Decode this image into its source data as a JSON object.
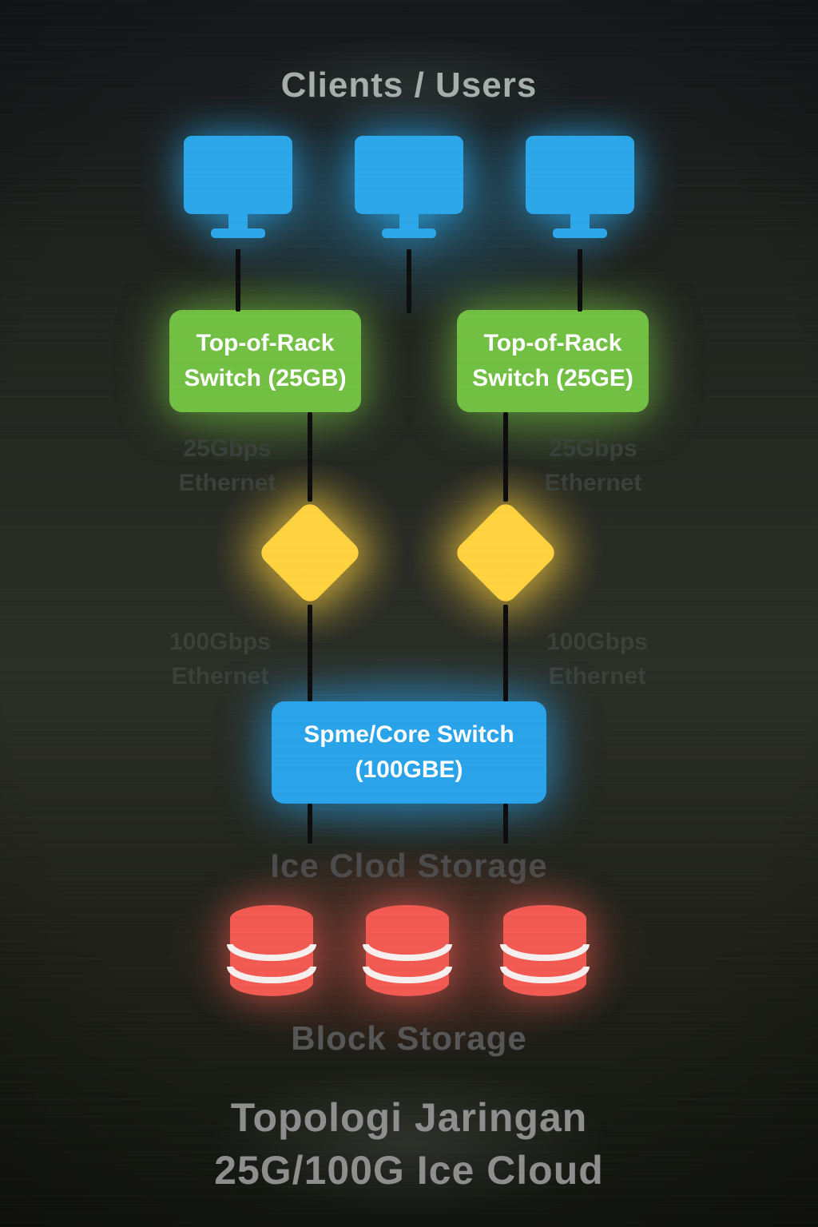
{
  "colors": {
    "client_blue": "#2BA7EA",
    "switch_green": "#72C043",
    "diamond_yellow": "#FFD23F",
    "core_blue": "#29A3E9",
    "storage_red": "#F25A52",
    "line_black": "#0D0D0D",
    "label_dark": "#3B403B",
    "heading_gray": "#A7AFAB",
    "storage_label_gray": "#4C4C4C",
    "footer_gray": "#8E8E8E"
  },
  "clients": {
    "title": "Clients / Users"
  },
  "tor_switches": {
    "left": {
      "line1": "Top-of-Rack",
      "line2": "Switch (25GB)"
    },
    "right": {
      "line1": "Top-of-Rack",
      "line2": "Switch (25GE)"
    }
  },
  "links": {
    "left_25g": {
      "speed": "25Gbps",
      "medium": "Ethernet"
    },
    "right_25g": {
      "speed": "25Gbps",
      "medium": "Ethernet"
    },
    "left_100g": {
      "speed": "100Gbps",
      "medium": "Ethernet"
    },
    "right_100g": {
      "speed": "100Gbps",
      "medium": "Ethernet"
    }
  },
  "core_switch": {
    "line1": "Spme/Core Switch",
    "line2": "(100GBE)"
  },
  "storage": {
    "section_title": "Ice Clod Storage",
    "caption": "Block Storage"
  },
  "footer": {
    "line1": "Topologi Jaringan",
    "line2": "25G/100G Ice Cloud"
  }
}
